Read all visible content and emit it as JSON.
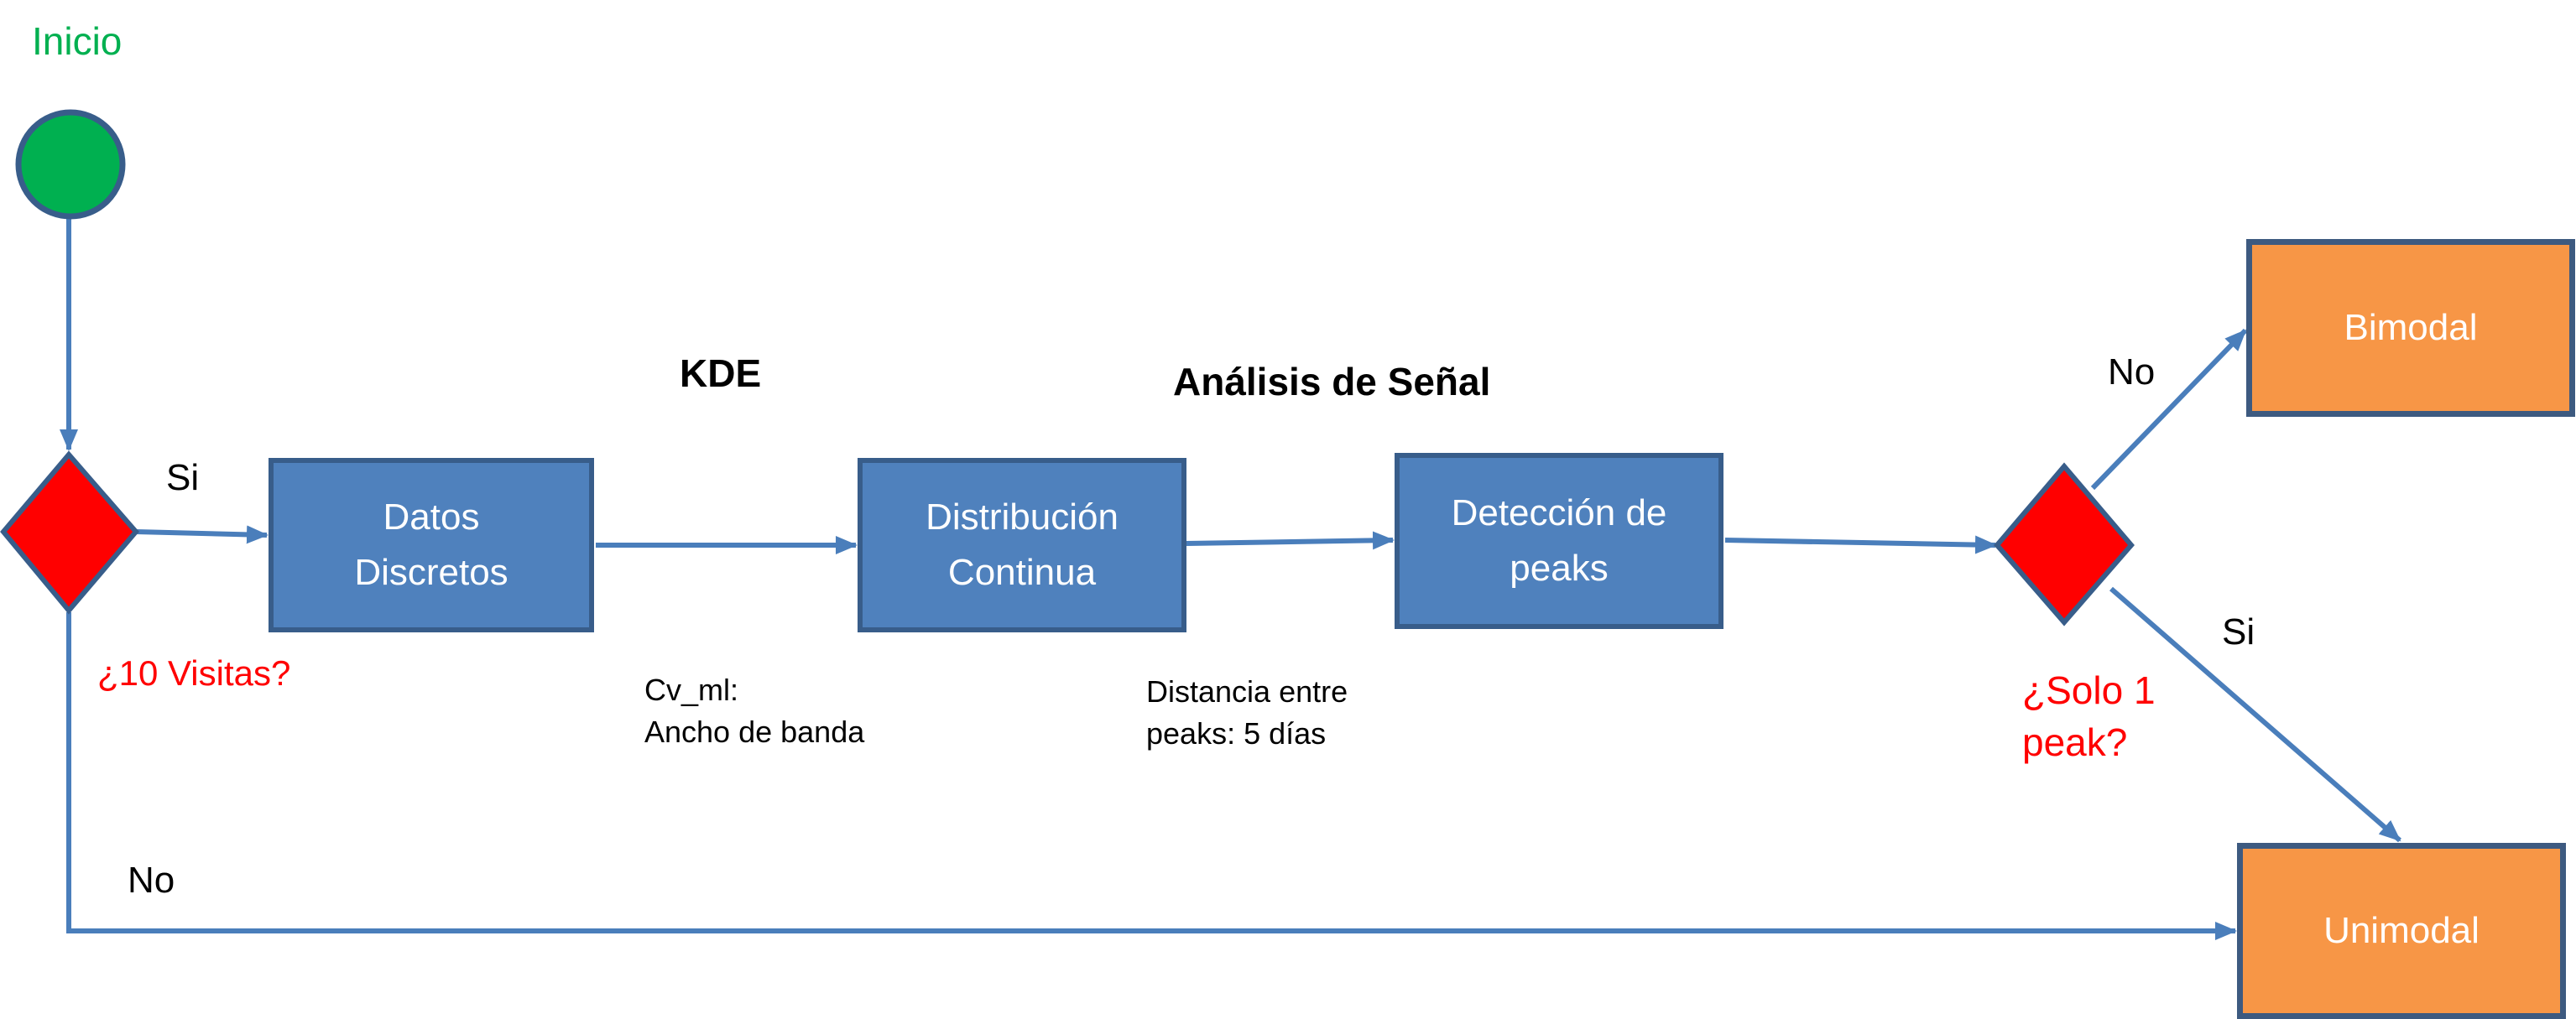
{
  "start": {
    "label": "Inicio",
    "fill": "#00b050",
    "stroke": "#385d8a"
  },
  "decisions": {
    "visits": {
      "question": "¿10 Visitas?",
      "fill": "#ff0000",
      "stroke": "#385d8a"
    },
    "peaks": {
      "question": "¿Solo 1\npeak?",
      "fill": "#ff0000",
      "stroke": "#385d8a"
    }
  },
  "process": {
    "datos": "Datos\nDiscretos",
    "distribucion": "Distribución\nContinua",
    "deteccion": "Detección de\npeaks",
    "fill": "#4f81bd",
    "stroke": "#385d8a"
  },
  "outcomes": {
    "bimodal": "Bimodal",
    "unimodal": "Unimodal",
    "fill": "#f79646"
  },
  "headings": {
    "kde": "KDE",
    "senal": "Análisis de Señal"
  },
  "notes": {
    "bandwidth": "Cv_ml:\nAncho de banda",
    "distance": "Distancia entre\npeaks: 5 días"
  },
  "branches": {
    "visits_yes": "Si",
    "visits_no": "No",
    "peaks_no": "No",
    "peaks_yes": "Si"
  },
  "connector_color": "#4a7ebb"
}
